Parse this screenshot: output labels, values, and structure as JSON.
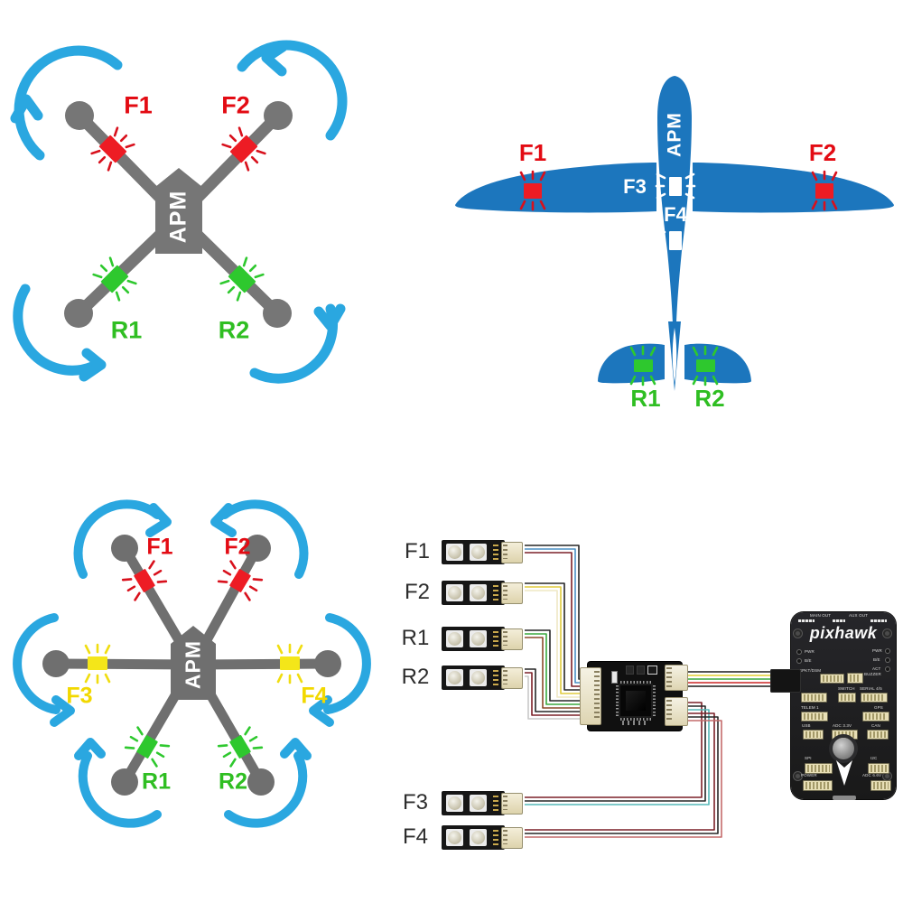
{
  "quadcopter": {
    "apm_label": "APM",
    "front_left": "F1",
    "front_right": "F2",
    "rear_left": "R1",
    "rear_right": "R2"
  },
  "plane": {
    "apm_label": "APM",
    "wing_left": "F1",
    "wing_right": "F2",
    "fuselage_upper": "F3",
    "fuselage_lower": "F4",
    "tail_left": "R1",
    "tail_right": "R2"
  },
  "hexacopter": {
    "apm_label": "APM",
    "front_left": "F1",
    "front_right": "F2",
    "mid_left": "F3",
    "mid_right": "F4",
    "rear_left": "R1",
    "rear_right": "R2"
  },
  "wiring": {
    "strips": [
      {
        "label": "F1"
      },
      {
        "label": "F2"
      },
      {
        "label": "R1"
      },
      {
        "label": "R2"
      },
      {
        "label": "F3"
      },
      {
        "label": "F4"
      }
    ],
    "pixhawk": {
      "logo": "pixhawk",
      "top_left": "MAIN OUT",
      "top_right": "AUX OUT",
      "led_labels_left": [
        "PWR",
        "B/E"
      ],
      "led_labels_right": [
        "PWR",
        "B/E",
        "ACT"
      ],
      "ports": {
        "spkt_dsm": "SPKT/DSM",
        "buzzer": "BUZZER",
        "switch": "SWITCH",
        "serial_4_5": "SERIAL 4/5",
        "telem_1": "TELEM 1",
        "gps": "GPS",
        "usb": "USB",
        "adc_3_3v": "ADC 3.3V",
        "can": "CAN",
        "spi": "SPI",
        "i2c": "I2C",
        "power": "POWER",
        "adc_6_6v": "ADC 6.6V"
      }
    }
  },
  "colors": {
    "arrow_blue": "#2aa7e0",
    "frame_gray": "#767676",
    "led_red": "#ed1c24",
    "led_green": "#2ec82e",
    "led_yellow": "#f4e619",
    "led_white": "#ffffff",
    "plane_blue": "#1c76bd"
  }
}
